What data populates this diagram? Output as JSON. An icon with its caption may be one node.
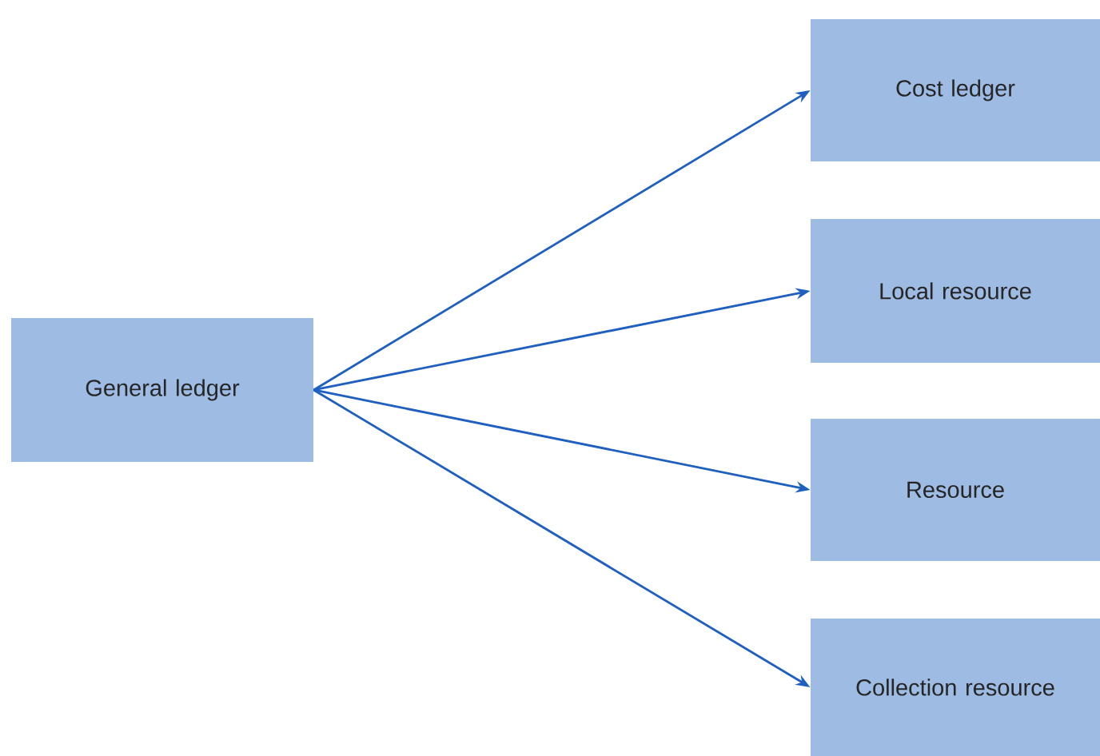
{
  "diagram": {
    "nodes": [
      {
        "text": [
          "General ledger"
        ]
      },
      {
        "text": [
          "Cost ledger"
        ]
      },
      {
        "text": [
          "Local resource"
        ]
      },
      {
        "text": [
          "Resource"
        ]
      },
      {
        "text": [
          "Collection resource"
        ]
      }
    ],
    "edges": [
      {
        "from": 0,
        "to": 1,
        "arrow": "to"
      },
      {
        "from": 0,
        "to": 2,
        "arrow": "to"
      },
      {
        "from": 0,
        "to": 3,
        "arrow": "to"
      },
      {
        "from": 0,
        "to": 4,
        "arrow": "to"
      }
    ]
  }
}
